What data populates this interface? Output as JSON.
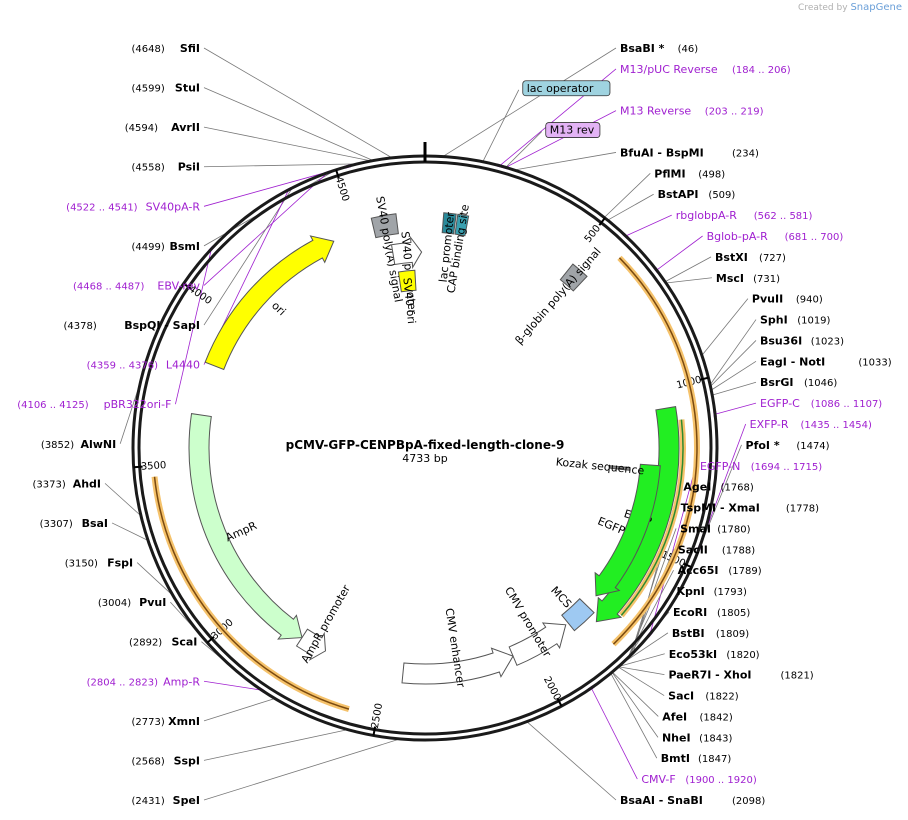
{
  "brand": {
    "prefix": "Created by",
    "name": "SnapGene"
  },
  "plasmid": {
    "name": "pCMV-GFP-CENPBpA-fixed-length-clone-9",
    "length_label": "4733 bp",
    "length": 4733
  },
  "colors": {
    "ring": "#1a1a1a",
    "primer": "#a020d0",
    "leader": "#777777",
    "egfp": "#22ee22",
    "ori": "#ffff00",
    "ampr": "#ccffcc",
    "orange": "#f5a623",
    "mcs": "#9ec9f2"
  },
  "ticks": [
    {
      "label": "500",
      "value": 500
    },
    {
      "label": "1000",
      "value": 1000
    },
    {
      "label": "1500",
      "value": 1500
    },
    {
      "label": "2000",
      "value": 2000
    },
    {
      "label": "2500",
      "value": 2500
    },
    {
      "label": "3000",
      "value": 3000
    },
    {
      "label": "3500",
      "value": 3500
    },
    {
      "label": "4000",
      "value": 4000
    },
    {
      "label": "4500",
      "value": 4500
    }
  ],
  "labels_right": [
    {
      "type": "enzyme",
      "name": "BsaBI *",
      "pos": "(46)",
      "site": 46
    },
    {
      "type": "primer",
      "name": "M13/pUC Reverse",
      "pos": "(184 .. 206)",
      "site": 195
    },
    {
      "type": "box",
      "name": "lac operator",
      "site": 150,
      "color": "#9fd3e0"
    },
    {
      "type": "primer",
      "name": "M13 Reverse",
      "pos": "(203 .. 219)",
      "site": 211
    },
    {
      "type": "box",
      "name": "M13 rev",
      "site": 211,
      "color": "#e3b3f5"
    },
    {
      "type": "enzyme",
      "name": "BfuAI  -  BspMI",
      "pos": "(234)",
      "site": 234
    },
    {
      "type": "enzyme",
      "name": "PflMI",
      "pos": "(498)",
      "site": 498
    },
    {
      "type": "enzyme",
      "name": "BstAPI",
      "pos": "(509)",
      "site": 509
    },
    {
      "type": "primer",
      "name": "rbglobpA-R",
      "pos": "(562 .. 581)",
      "site": 571
    },
    {
      "type": "primer",
      "name": "Bglob-pA-R",
      "pos": "(681 .. 700)",
      "site": 690
    },
    {
      "type": "enzyme",
      "name": "BstXI",
      "pos": "(727)",
      "site": 727
    },
    {
      "type": "enzyme",
      "name": "MscI",
      "pos": "(731)",
      "site": 731
    },
    {
      "type": "enzyme",
      "name": "PvuII",
      "pos": "(940)",
      "site": 940
    },
    {
      "type": "enzyme",
      "name": "SphI",
      "pos": "(1019)",
      "site": 1019
    },
    {
      "type": "enzyme",
      "name": "Bsu36I",
      "pos": "(1023)",
      "site": 1023
    },
    {
      "type": "enzyme",
      "name": "EagI  -  NotI",
      "pos": "(1033)",
      "site": 1033
    },
    {
      "type": "enzyme",
      "name": "BsrGI",
      "pos": "(1046)",
      "site": 1046
    },
    {
      "type": "primer",
      "name": "EGFP-C",
      "pos": "(1086 .. 1107)",
      "site": 1096
    },
    {
      "type": "primer",
      "name": "EXFP-R",
      "pos": "(1435 .. 1454)",
      "site": 1444
    },
    {
      "type": "enzyme",
      "name": "PfoI *",
      "pos": "(1474)",
      "site": 1474
    },
    {
      "type": "primer",
      "name": "EGFP-N",
      "pos": "(1694 .. 1715)",
      "site": 1704
    },
    {
      "type": "enzyme",
      "name": "AgeI",
      "pos": "(1768)",
      "site": 1768
    },
    {
      "type": "enzyme",
      "name": "TspMI  -  XmaI",
      "pos": "(1778)",
      "site": 1778
    },
    {
      "type": "enzyme",
      "name": "SmaI",
      "pos": "(1780)",
      "site": 1780
    },
    {
      "type": "enzyme",
      "name": "SacII",
      "pos": "(1788)",
      "site": 1788
    },
    {
      "type": "enzyme",
      "name": "Acc65I",
      "pos": "(1789)",
      "site": 1789
    },
    {
      "type": "enzyme",
      "name": "KpnI",
      "pos": "(1793)",
      "site": 1793
    },
    {
      "type": "enzyme",
      "name": "EcoRI",
      "pos": "(1805)",
      "site": 1805
    },
    {
      "type": "enzyme",
      "name": "BstBI",
      "pos": "(1809)",
      "site": 1809
    },
    {
      "type": "enzyme",
      "name": "Eco53kI",
      "pos": "(1820)",
      "site": 1820
    },
    {
      "type": "enzyme",
      "name": "PaeR7I  -  XhoI",
      "pos": "(1821)",
      "site": 1821
    },
    {
      "type": "enzyme",
      "name": "SacI",
      "pos": "(1822)",
      "site": 1822
    },
    {
      "type": "enzyme",
      "name": "AfeI",
      "pos": "(1842)",
      "site": 1842
    },
    {
      "type": "enzyme",
      "name": "NheI",
      "pos": "(1843)",
      "site": 1843
    },
    {
      "type": "enzyme",
      "name": "BmtI",
      "pos": "(1847)",
      "site": 1847
    },
    {
      "type": "primer",
      "name": "CMV-F",
      "pos": "(1900 .. 1920)",
      "site": 1910
    },
    {
      "type": "enzyme",
      "name": "BsaAI  -  SnaBI",
      "pos": "(2098)",
      "site": 2098
    }
  ],
  "labels_left": [
    {
      "type": "enzyme",
      "name": "SfiI",
      "pos": "(4648)",
      "site": 4648
    },
    {
      "type": "enzyme",
      "name": "StuI",
      "pos": "(4599)",
      "site": 4599
    },
    {
      "type": "enzyme",
      "name": "AvrII",
      "pos": "(4594)",
      "site": 4594
    },
    {
      "type": "enzyme",
      "name": "PsiI",
      "pos": "(4558)",
      "site": 4558
    },
    {
      "type": "primer",
      "name": "SV40pA-R",
      "pos": "(4522 .. 4541)",
      "site": 4531
    },
    {
      "type": "enzyme",
      "name": "BsmI",
      "pos": "(4499)",
      "site": 4499
    },
    {
      "type": "primer",
      "name": "EBV-rev",
      "pos": "(4468 .. 4487)",
      "site": 4477
    },
    {
      "type": "enzyme",
      "name": "BspQI  -  SapI",
      "pos": "(4378)",
      "site": 4378
    },
    {
      "type": "primer",
      "name": "L4440",
      "pos": "(4359 .. 4376)",
      "site": 4367
    },
    {
      "type": "primer",
      "name": "pBR322ori-F",
      "pos": "(4106 .. 4125)",
      "site": 4115
    },
    {
      "type": "enzyme",
      "name": "AlwNI",
      "pos": "(3852)",
      "site": 3852
    },
    {
      "type": "enzyme",
      "name": "AhdI",
      "pos": "(3373)",
      "site": 3373
    },
    {
      "type": "enzyme",
      "name": "BsaI",
      "pos": "(3307)",
      "site": 3307
    },
    {
      "type": "enzyme",
      "name": "FspI",
      "pos": "(3150)",
      "site": 3150
    },
    {
      "type": "enzyme",
      "name": "PvuI",
      "pos": "(3004)",
      "site": 3004
    },
    {
      "type": "enzyme",
      "name": "ScaI",
      "pos": "(2892)",
      "site": 2892
    },
    {
      "type": "primer",
      "name": "Amp-R",
      "pos": "(2804 .. 2823)",
      "site": 2813
    },
    {
      "type": "enzyme",
      "name": "XmnI",
      "pos": "(2773)",
      "site": 2773
    },
    {
      "type": "enzyme",
      "name": "SspI",
      "pos": "(2568)",
      "site": 2568
    },
    {
      "type": "enzyme",
      "name": "SpeI",
      "pos": "(2431)",
      "site": 2431
    }
  ],
  "features": [
    {
      "name": "EGFP",
      "start": 1060,
      "end": 1780,
      "dir": "cw",
      "track": 0,
      "color": "#22ee22"
    },
    {
      "name": "EGFP",
      "start": 1240,
      "end": 1720,
      "dir": "cw",
      "track": 1,
      "color": "#22ee22"
    },
    {
      "name": "MCS",
      "start": 1765,
      "end": 1850,
      "dir": "none",
      "track": 1,
      "color": "#9ec9f2"
    },
    {
      "name": "CMV promoter",
      "start": 1860,
      "end": 2065,
      "dir": "ccw",
      "track": 1,
      "color": "#ffffff"
    },
    {
      "name": "CMV enhancer",
      "start": 2065,
      "end": 2440,
      "dir": "ccw",
      "track": 1,
      "color": "#ffffff"
    },
    {
      "name": "AmpR promoter",
      "start": 2710,
      "end": 2800,
      "dir": "ccw",
      "track": 1,
      "color": "#ffffff"
    },
    {
      "name": "AmpR",
      "start": 2800,
      "end": 3660,
      "dir": "ccw",
      "track": 1,
      "color": "#ccffcc"
    },
    {
      "name": "ori",
      "start": 3830,
      "end": 4420,
      "dir": "cw",
      "track": 1,
      "color": "#ffff00"
    },
    {
      "name": "SV40 poly(A) signal",
      "start": 4560,
      "end": 4640,
      "dir": "none",
      "track": 1,
      "color": "#a0a4a8"
    },
    {
      "name": "SV40 promoter",
      "start": 4610,
      "end": 4720,
      "dir": "cw",
      "track": 2,
      "color": "#ffffff"
    },
    {
      "name": "SV40 ori",
      "start": 4620,
      "end": 4690,
      "dir": "none",
      "track": 3,
      "color": "#ffff00"
    },
    {
      "name": "lac promoter",
      "start": 60,
      "end": 100,
      "dir": "none",
      "track": 1,
      "color": "#2a8a9a"
    },
    {
      "name": "CAP binding site",
      "start": 105,
      "end": 140,
      "dir": "none",
      "track": 1,
      "color": "#3aa0b0"
    },
    {
      "name": "β-globin poly(A) signal",
      "start": 510,
      "end": 570,
      "dir": "none",
      "track": 1,
      "color": "#a0a4a8"
    },
    {
      "name": "Kozak sequence",
      "start": 1255,
      "end": 1265,
      "dir": "none",
      "track": 2,
      "color": "#888888"
    }
  ],
  "orange_arcs": [
    {
      "start": 600,
      "end": 1790,
      "track": "outer"
    },
    {
      "start": 2580,
      "end": 3470,
      "track": "outer"
    },
    {
      "start": 1100,
      "end": 1715,
      "track": "inner",
      "color": "#2e8b2e"
    }
  ]
}
